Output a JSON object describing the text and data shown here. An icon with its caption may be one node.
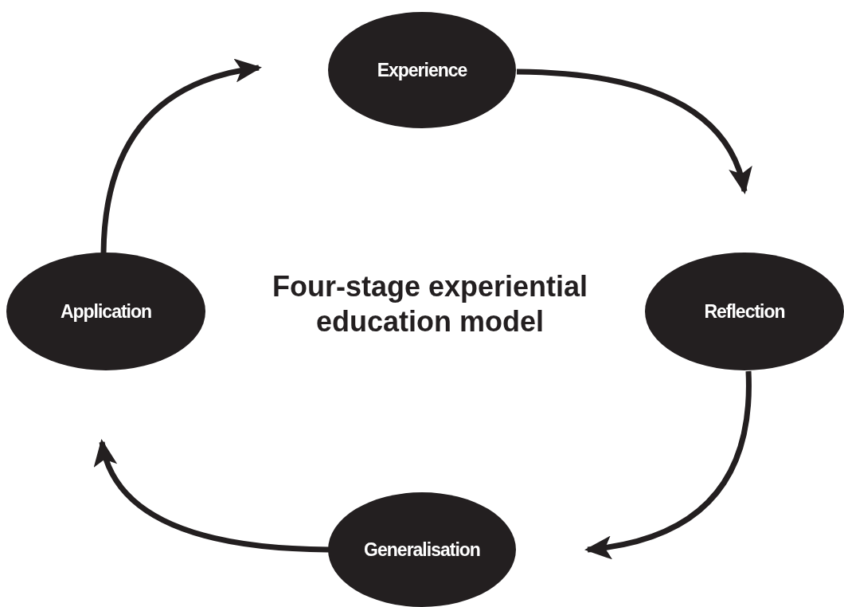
{
  "diagram": {
    "title": "Four-stage experiential education model",
    "nodes": [
      {
        "text": [
          "Experience"
        ]
      },
      {
        "text": [
          "Reflection"
        ]
      },
      {
        "text": [
          "Generalisation"
        ]
      },
      {
        "text": [
          "Application"
        ]
      }
    ],
    "edges": [
      {
        "from": 0,
        "to": 1,
        "arrow": "to"
      },
      {
        "from": 1,
        "to": 2,
        "arrow": "to"
      },
      {
        "from": 2,
        "to": 3,
        "arrow": "to"
      },
      {
        "from": 3,
        "to": 0,
        "arrow": "to"
      }
    ]
  }
}
